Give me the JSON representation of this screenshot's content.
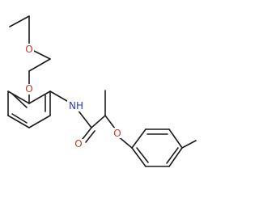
{
  "molecule": {
    "atoms": {
      "o_ether_top": {
        "label": "O",
        "color": "#c0392b"
      },
      "o_ether_mid": {
        "label": "O",
        "color": "#c0392b"
      },
      "n_amide": {
        "label": "NH",
        "color": "#2a3bbf"
      },
      "o_carbonyl": {
        "label": "O",
        "color": "#c0392b"
      },
      "o_aryl": {
        "label": "O",
        "color": "#c0392b"
      }
    },
    "colors": {
      "carbon_bond": "#1a1a1a",
      "oxygen": "#c0392b",
      "nitrogen": "#2a3bbf"
    }
  }
}
